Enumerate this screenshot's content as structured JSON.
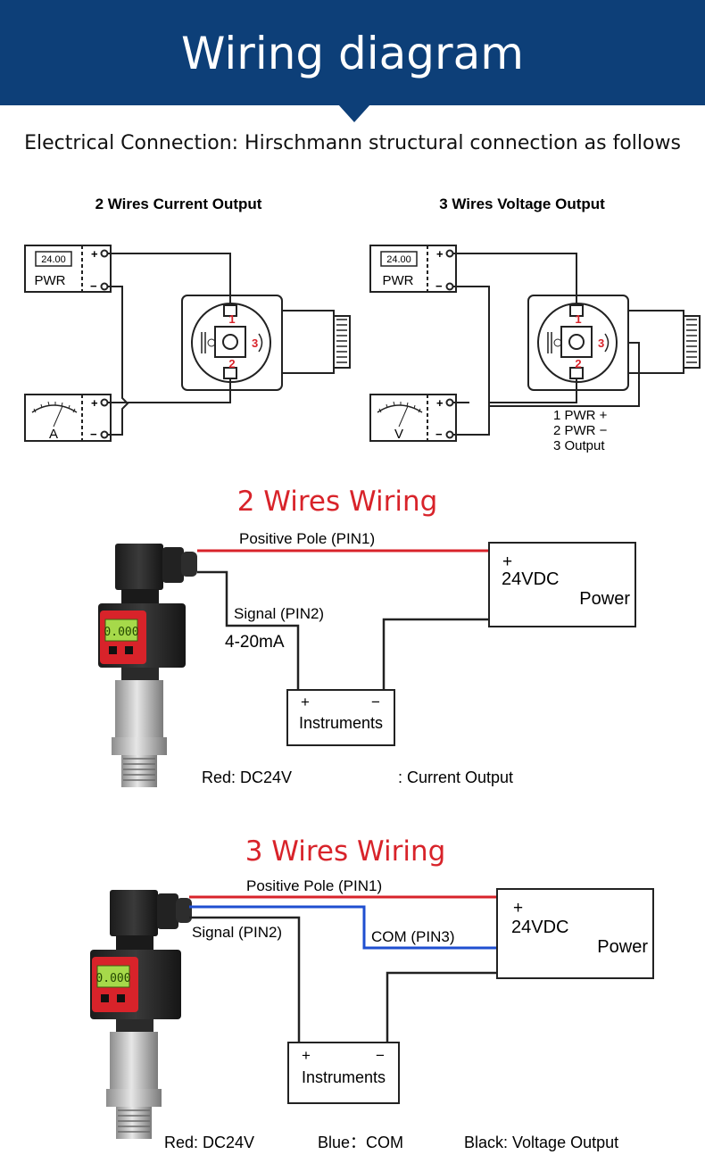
{
  "header": {
    "title": "Wiring diagram"
  },
  "subtitle": "Electrical Connection: Hirschmann structural connection as follows",
  "top_diagrams": {
    "left_title": "2 Wires Current Output",
    "right_title": "3 Wires Voltage Output",
    "display_value": "24.00",
    "pwr_label": "PWR",
    "plus": "+",
    "minus": "−",
    "ammeter_label": "A",
    "voltmeter_label": "V",
    "pin1": "1",
    "pin2": "2",
    "pin3": "3",
    "legend": [
      "1 PWR +",
      "2 PWR −",
      "3 Output"
    ]
  },
  "two_wire": {
    "title": "2 Wires Wiring",
    "positive_label": "Positive Pole (PIN1)",
    "signal_label": "Signal (PIN2)",
    "current_label": "4-20mA",
    "power_plus": "+",
    "power_voltage": "24VDC",
    "power_label": "Power",
    "inst_plus": "+",
    "inst_minus": "−",
    "inst_label": "Instruments",
    "note_red": "Red: DC24V",
    "note_output": ": Current Output"
  },
  "three_wire": {
    "title": "3 Wires Wiring",
    "positive_label": "Positive Pole (PIN1)",
    "signal_label": "Signal (PIN2)",
    "com_label": "COM (PIN3)",
    "power_plus": "+",
    "power_voltage": "24VDC",
    "power_label": "Power",
    "inst_plus": "+",
    "inst_minus": "−",
    "inst_label": "Instruments",
    "note_red": "Red: DC24V",
    "note_blue": "Blue：COM",
    "note_black": "Black: Voltage Output"
  },
  "colors": {
    "banner": "#0d3f78",
    "red_wire": "#d8232a",
    "blue_wire": "#1f4fd0",
    "title_red": "#d8232a",
    "lcd": "#a6d94a"
  }
}
